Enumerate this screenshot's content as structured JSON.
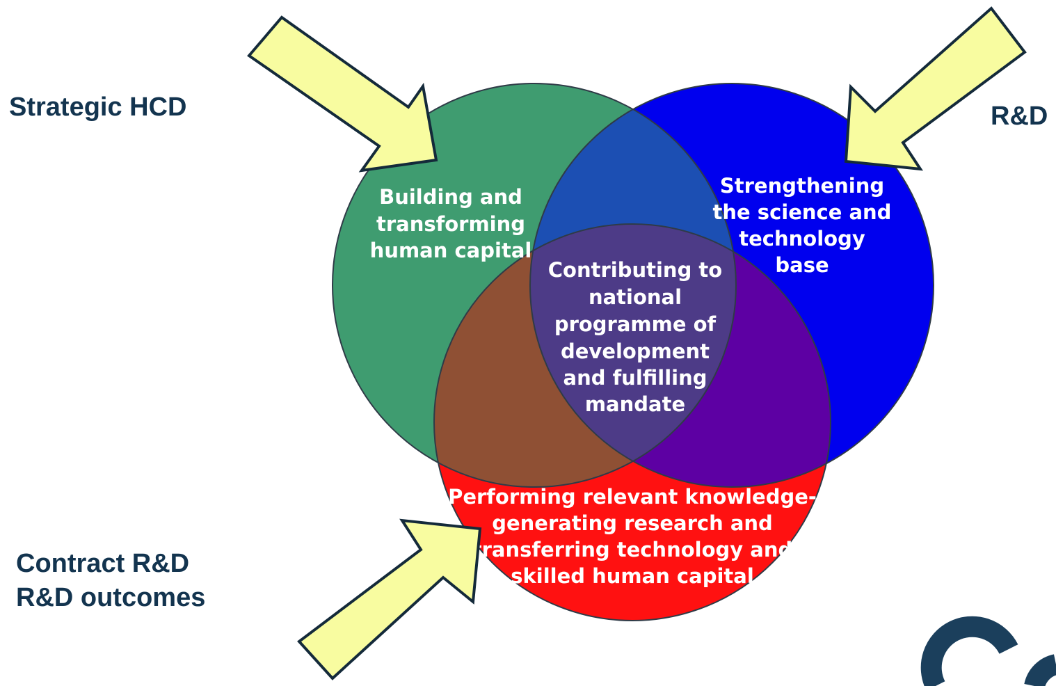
{
  "labels": {
    "strategic_hcd": "Strategic HCD",
    "rd": "R&D",
    "contract_rd": "Contract R&D",
    "rd_outcomes": "R&D outcomes"
  },
  "circles": {
    "green": {
      "line1": "Building and",
      "line2": "transforming",
      "line3": "human capital",
      "color": "#3f9c70"
    },
    "blue": {
      "line1": "Strengthening",
      "line2": "the science and",
      "line3": "technology",
      "line4": "base",
      "color": "#0000ee"
    },
    "red": {
      "line1": "Performing relevant knowledge-",
      "line2": "generating research and",
      "line3": "transferring technology and",
      "line4": "skilled human capital",
      "color": "#ff1111"
    },
    "center": {
      "line1": "Contributing to",
      "line2": "national",
      "line3": "programme of",
      "line4": "development",
      "line5": "and fulfilling",
      "line6": "mandate"
    }
  },
  "colors": {
    "label_text": "#13344f",
    "arrow_fill": "#f8fca0",
    "arrow_stroke": "#142a3a",
    "green_blue_overlap": "#1c4fb3",
    "green_red_overlap": "#8f5034",
    "blue_red_overlap": "#5d00a3",
    "triple_overlap": "#4d3b87"
  },
  "icons": {
    "arrow": "arrow-icon",
    "logo": "organization-logo"
  }
}
